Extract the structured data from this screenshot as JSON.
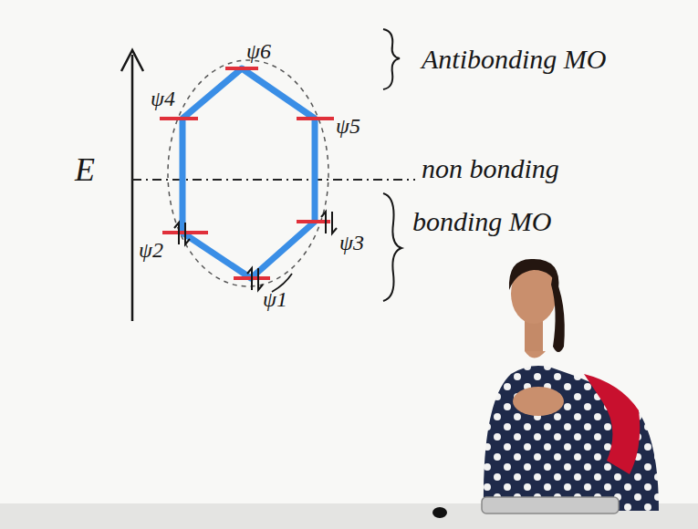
{
  "diagram": {
    "labels": [
      "E",
      "ψ6",
      "ψ4",
      "ψ5",
      "ψ2",
      "ψ3",
      "ψ1",
      "Antibonding MO",
      "non bonding",
      "bonding MO"
    ]
  }
}
